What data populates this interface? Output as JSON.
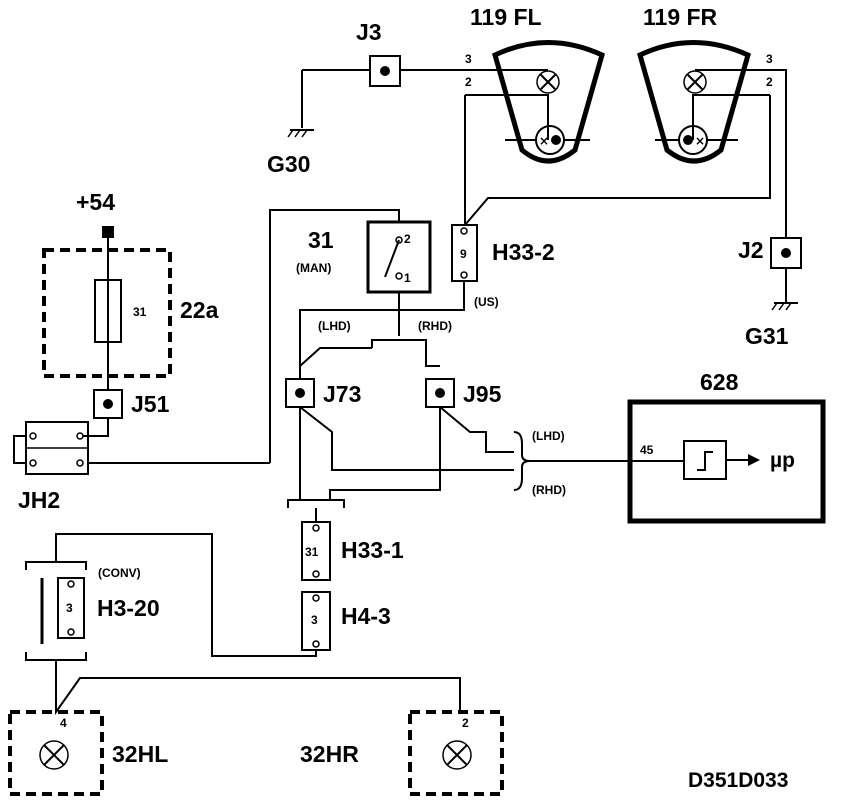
{
  "labels": {
    "j3": "J3",
    "lamp_fl": "119 FL",
    "lamp_fr": "119 FR",
    "g30": "G30",
    "g31": "G31",
    "j2": "J2",
    "plus54": "+54",
    "fuse_num": "31",
    "fuse_box": "22a",
    "j51": "J51",
    "jh2": "JH2",
    "switch_num": "31",
    "switch_man": "(MAN)",
    "sw_pin2": "2",
    "sw_pin1": "1",
    "h33_2": "H33-2",
    "h33_2_pin": "9",
    "us": "(US)",
    "lhd_top": "(LHD)",
    "rhd_top": "(RHD)",
    "j73": "J73",
    "j95": "J95",
    "ecu": "628",
    "ecu_pin": "45",
    "mu_p": "µp",
    "lhd_right": "(LHD)",
    "rhd_right": "(RHD)",
    "h33_1": "H33-1",
    "h33_1_pin": "31",
    "h4_3": "H4-3",
    "h4_3_pin": "3",
    "conv": "(CONV)",
    "h3_20": "H3-20",
    "h3_20_pin": "3",
    "hl": "32HL",
    "hr": "32HR",
    "hl_pin": "4",
    "hr_pin": "2",
    "fl_pin3": "3",
    "fl_pin2": "2",
    "fr_pin3": "3",
    "fr_pin2": "2",
    "diagram_id": "D351D033"
  }
}
